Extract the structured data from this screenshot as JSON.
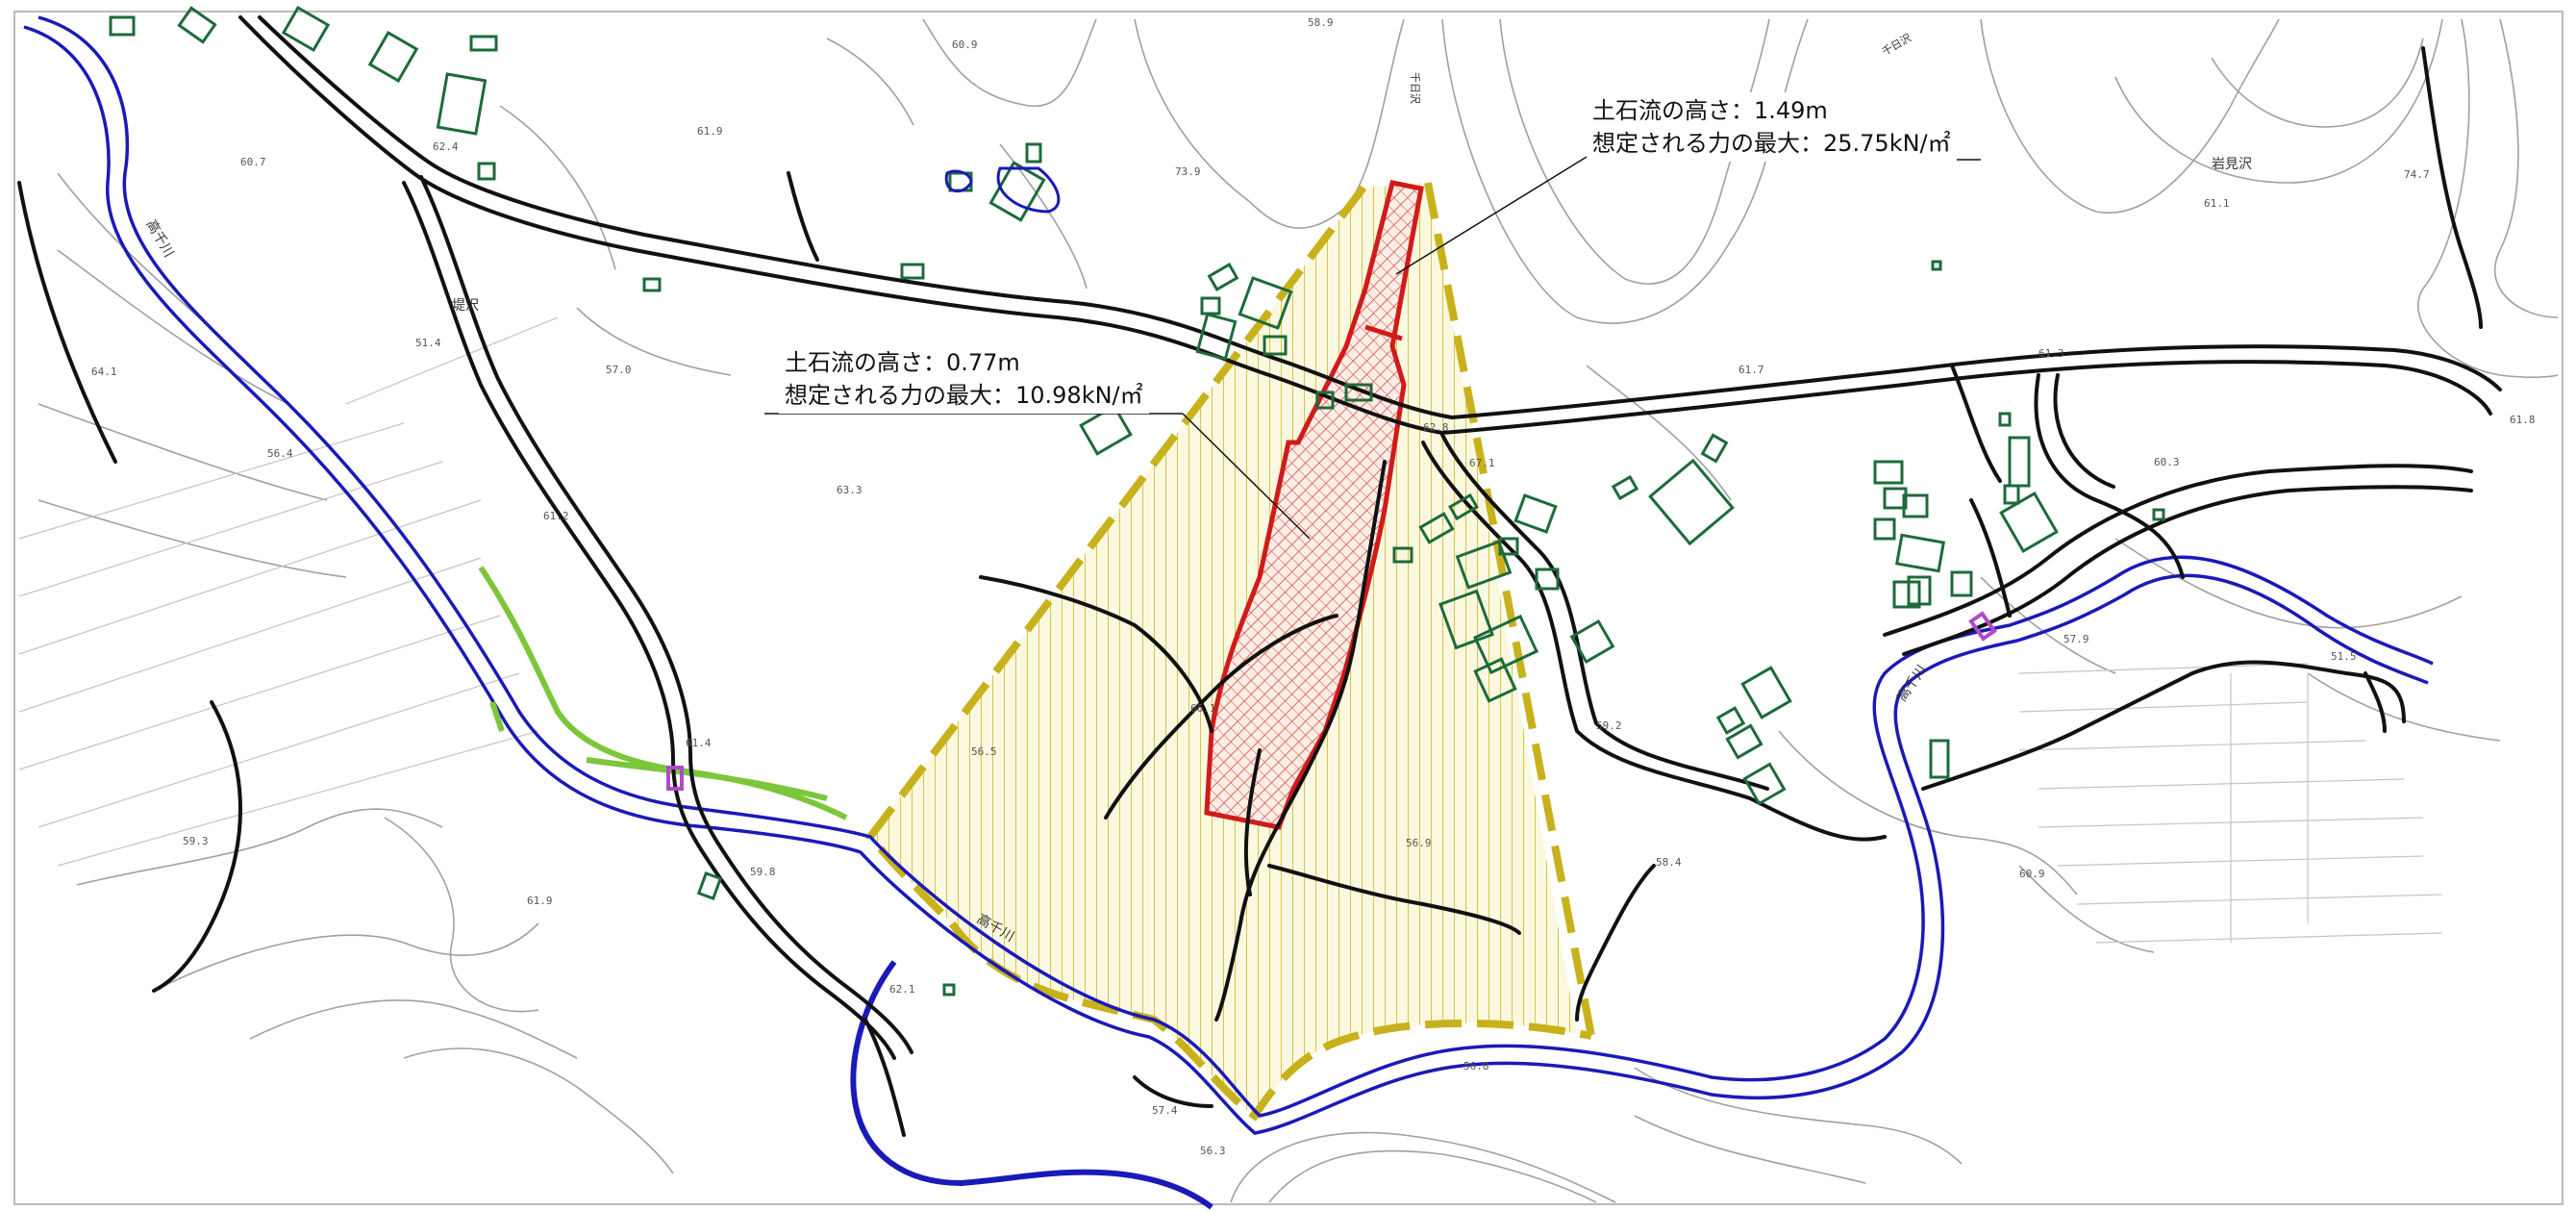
{
  "map": {
    "colors": {
      "contour": "#9a9a9a",
      "road": "#111111",
      "river": "#1a1ab8",
      "building": "#1d6b3a",
      "hazard_yellow": "#c8b21c",
      "hazard_red": "#d11a1a",
      "green_edge": "#7cc63a",
      "bridge": "#b04ac8"
    },
    "callouts": [
      {
        "height": "土石流の高さ：1.49m",
        "force": "想定される力の最大：25.75kN/㎡"
      },
      {
        "height": "土石流の高さ：0.77m",
        "force": "想定される力の最大：10.98kN/㎡"
      }
    ],
    "labels": {
      "river_1": "高千川",
      "river_2": "高千川",
      "river_3": "高千川",
      "place_1": "堤沢",
      "place_2": "岩見沢",
      "place_3": "千日沢",
      "place_4": "千日沢"
    },
    "elevations": [
      "60.9",
      "61.8",
      "60.7",
      "62.4",
      "61.9",
      "73.9",
      "58.9",
      "64.1",
      "56.4",
      "51.4",
      "57.0",
      "62.8",
      "63.3",
      "61.2",
      "67.1",
      "61.4",
      "59.2",
      "58.4",
      "60.9",
      "61.3",
      "61.7",
      "61.9",
      "59.3",
      "56.8",
      "57.4",
      "56.3",
      "62.1",
      "56.9",
      "59.8",
      "56.5",
      "74.7",
      "61.1",
      "57.9",
      "60.3",
      "66.1",
      "51.5"
    ]
  }
}
